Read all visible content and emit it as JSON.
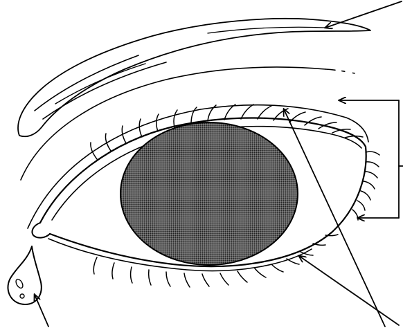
{
  "figure": {
    "subject": "eye",
    "colors": {
      "ink": "#000000",
      "background": "#ffffff",
      "iris_fill": "#6b6b6b",
      "brow_fill": "#cfcfcf"
    },
    "pointer_arrows": [
      {
        "name": "eyebrow-arrow",
        "target": "eyebrow"
      },
      {
        "name": "upper-lash-arrow",
        "target": "upper-eyelashes"
      },
      {
        "name": "outer-lash-arrow",
        "target": "outer-eyelashes"
      },
      {
        "name": "lower-lash-arrow",
        "target": "lower-eyelashes"
      },
      {
        "name": "tear-arrow",
        "target": "tear-drop"
      }
    ]
  }
}
